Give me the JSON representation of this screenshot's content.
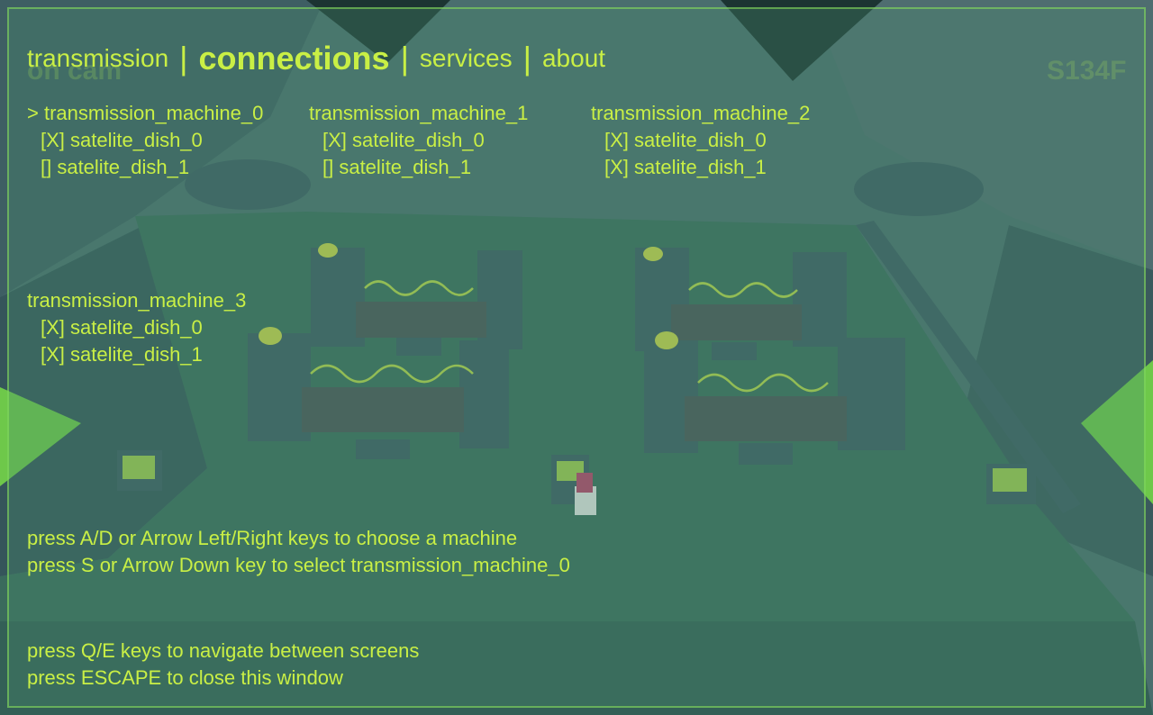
{
  "nav": {
    "tabs": [
      {
        "label": "transmission",
        "active": false
      },
      {
        "label": "connections",
        "active": true
      },
      {
        "label": "services",
        "active": false
      },
      {
        "label": "about",
        "active": false
      }
    ],
    "separator": "|"
  },
  "machines": [
    {
      "label": "> transmission_machine_0",
      "dishes": [
        "[X] satelite_dish_0",
        "[] satelite_dish_1"
      ]
    },
    {
      "label": "transmission_machine_1",
      "dishes": [
        "[X] satelite_dish_0",
        "[] satelite_dish_1"
      ]
    },
    {
      "label": "transmission_machine_2",
      "dishes": [
        "[X] satelite_dish_0",
        "[X] satelite_dish_1"
      ]
    },
    {
      "label": "transmission_machine_3",
      "dishes": [
        "[X] satelite_dish_0",
        "[X] satelite_dish_1"
      ]
    }
  ],
  "instructions": {
    "choose": "press A/D or Arrow Left/Right keys to choose a machine",
    "select": "press S or Arrow Down key to select transmission_machine_0",
    "navigate": "press Q/E keys to navigate between screens",
    "close": "press ESCAPE to close this window"
  },
  "background_hud": {
    "left_ghost": "on cam",
    "right_ghost": "S134F"
  },
  "colors": {
    "hud_text": "#c9ef45",
    "frame_green": "#7cd64a",
    "floor": "#3a6a5c",
    "machine": "#3d5a63"
  }
}
